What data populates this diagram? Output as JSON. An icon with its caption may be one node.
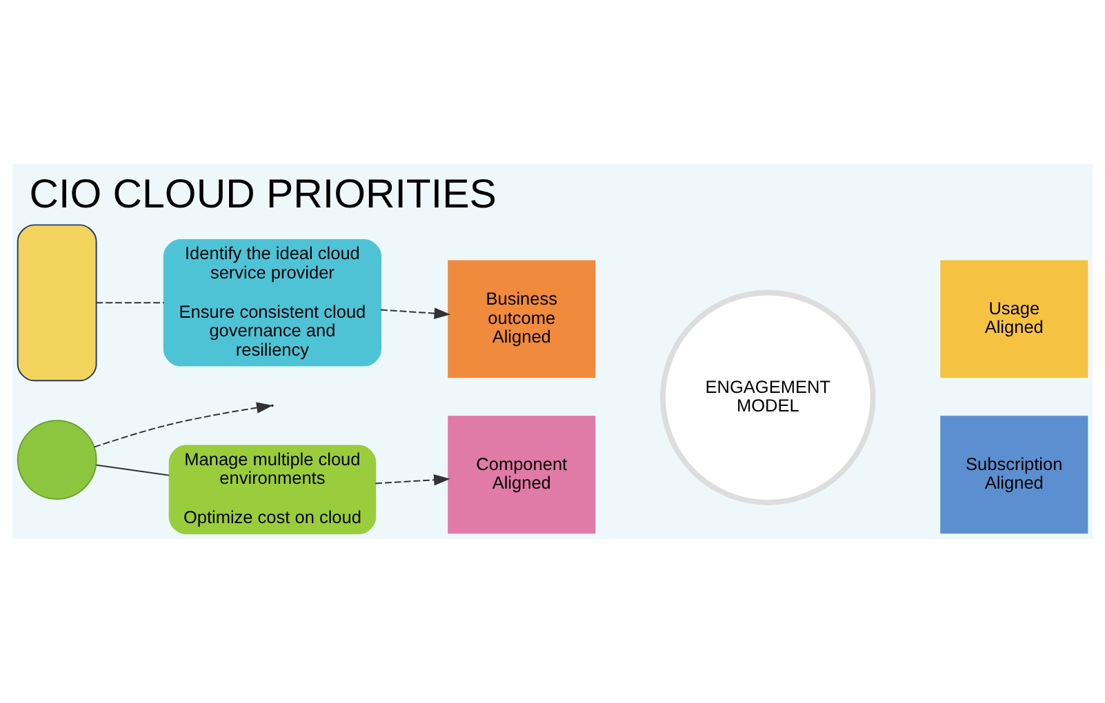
{
  "diagram": {
    "title": "CIO CLOUD PRIORITIES",
    "nodes": [
      {
        "text": [
          "Identify the ideal cloud service provider",
          "Ensure consistent cloud governance and resiliency"
        ]
      },
      {
        "text": [
          "Manage multiple cloud environments",
          "Optimize cost on cloud"
        ]
      },
      {
        "text": [
          "ENGAGEMENT MODEL"
        ]
      },
      {
        "text": [
          "Business outcome Aligned"
        ]
      },
      {
        "text": [
          "Usage Aligned"
        ]
      },
      {
        "text": [
          "Component Aligned"
        ]
      },
      {
        "text": [
          "Subscription Aligned"
        ]
      },
      {
        "text": [],
        "shape": "person"
      },
      {
        "text": [],
        "shape": "circle"
      }
    ],
    "edges": [
      {
        "from": 7,
        "to": 0,
        "arrow": "none",
        "style": "dashed"
      },
      {
        "from": 8,
        "to": 1,
        "arrow": "none"
      },
      {
        "from": 8,
        "to": null,
        "arrow": "to",
        "style": "dashed"
      },
      {
        "from": 0,
        "to": 3,
        "arrow": "to",
        "style": "dashed"
      },
      {
        "from": 1,
        "to": 5,
        "arrow": "to",
        "style": "dashed"
      }
    ]
  }
}
